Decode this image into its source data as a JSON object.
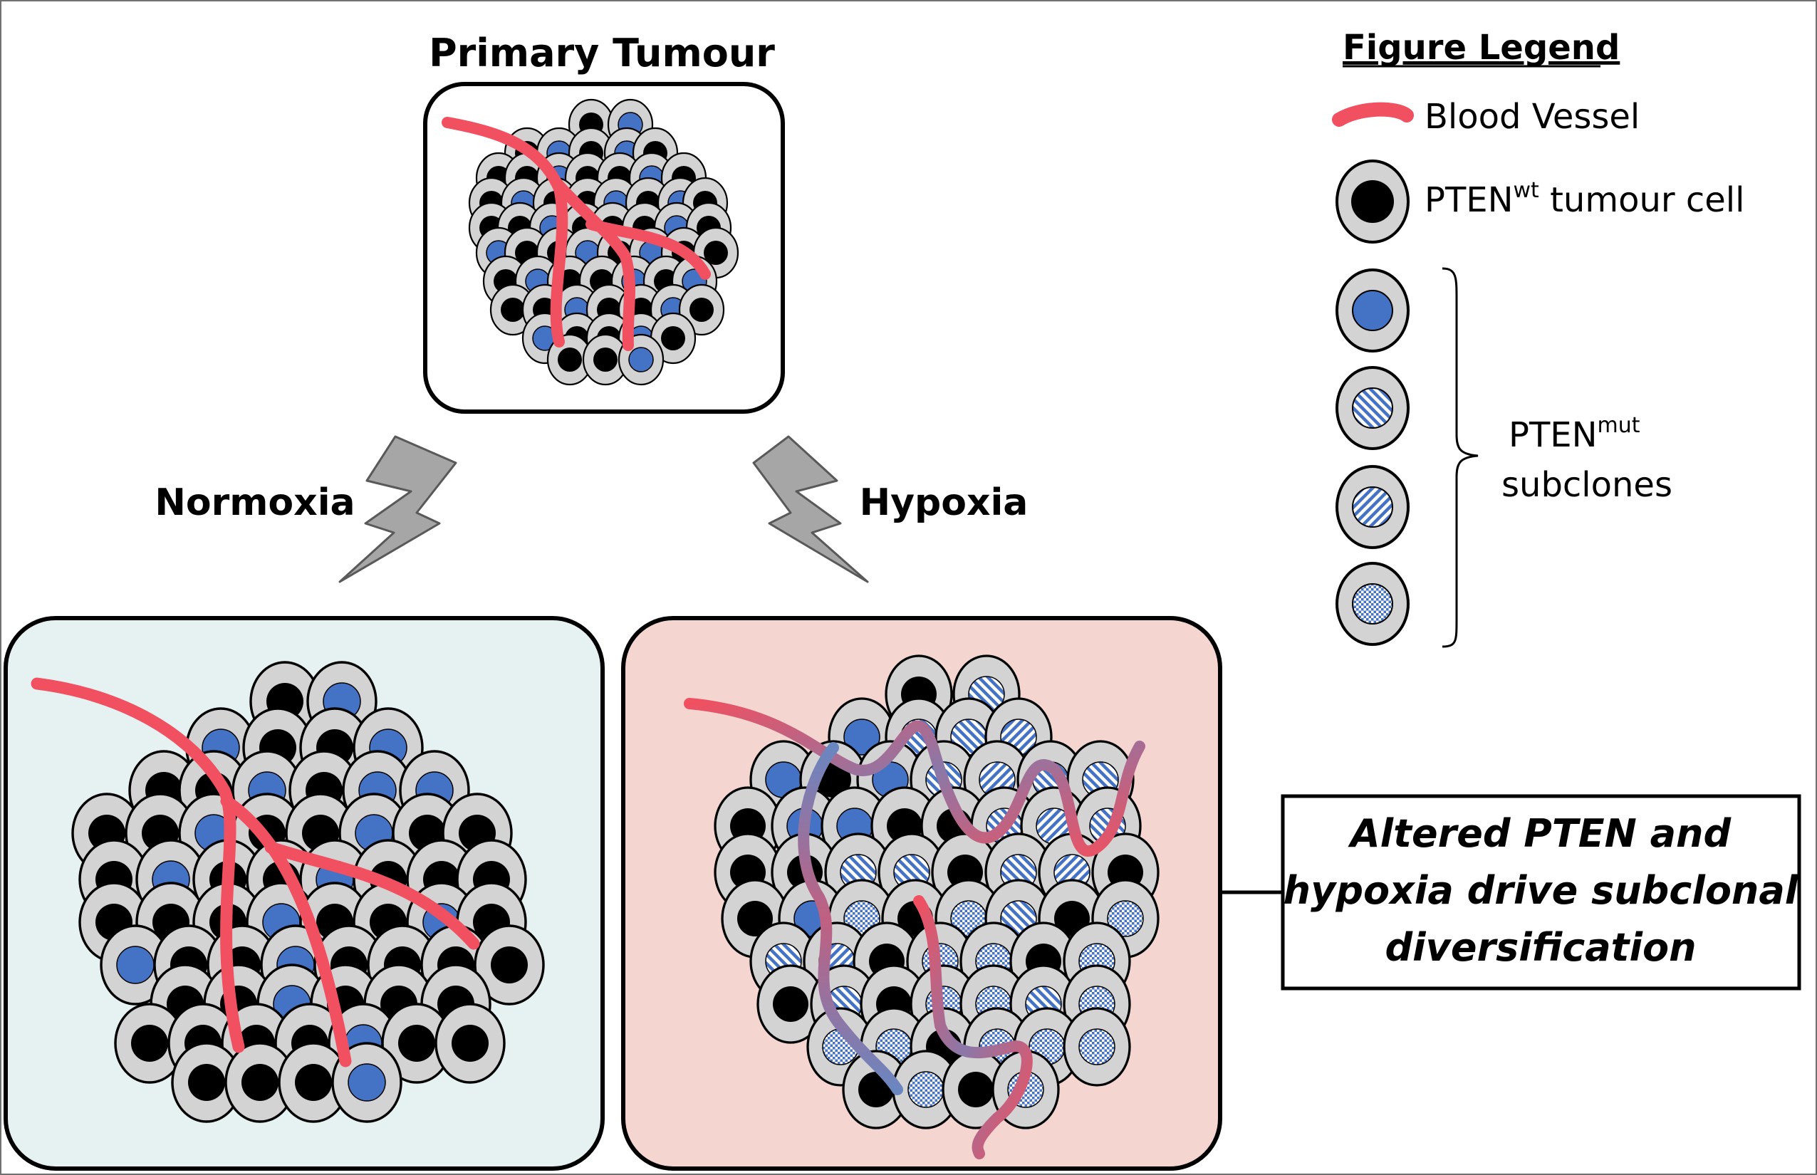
{
  "title": "Primary Tumour",
  "branches": {
    "left": "Normoxia",
    "right": "Hypoxia"
  },
  "legend": {
    "title": "Figure Legend",
    "blood_vessel": "Blood Vessel",
    "wt_prefix": "PTEN",
    "wt_sup": "wt",
    "wt_suffix": " tumour cell",
    "mut_prefix": "PTEN",
    "mut_sup": "mut",
    "mut_line2": "subclones"
  },
  "outcome": {
    "line1": "Altered PTEN and",
    "line2": "hypoxia drive subclonal",
    "line3": "diversification"
  },
  "colors": {
    "vessel": "#f05060",
    "vessel_hypoxic": "#8a78a8",
    "cell_fill": "#d3d3d3",
    "nucleus_wt": "#000000",
    "nucleus_mut": "#4472c4",
    "normoxia_bg": "#e6f2f2",
    "hypoxia_bg": "#f5d5d0",
    "arrow": "#a6a6a6"
  }
}
